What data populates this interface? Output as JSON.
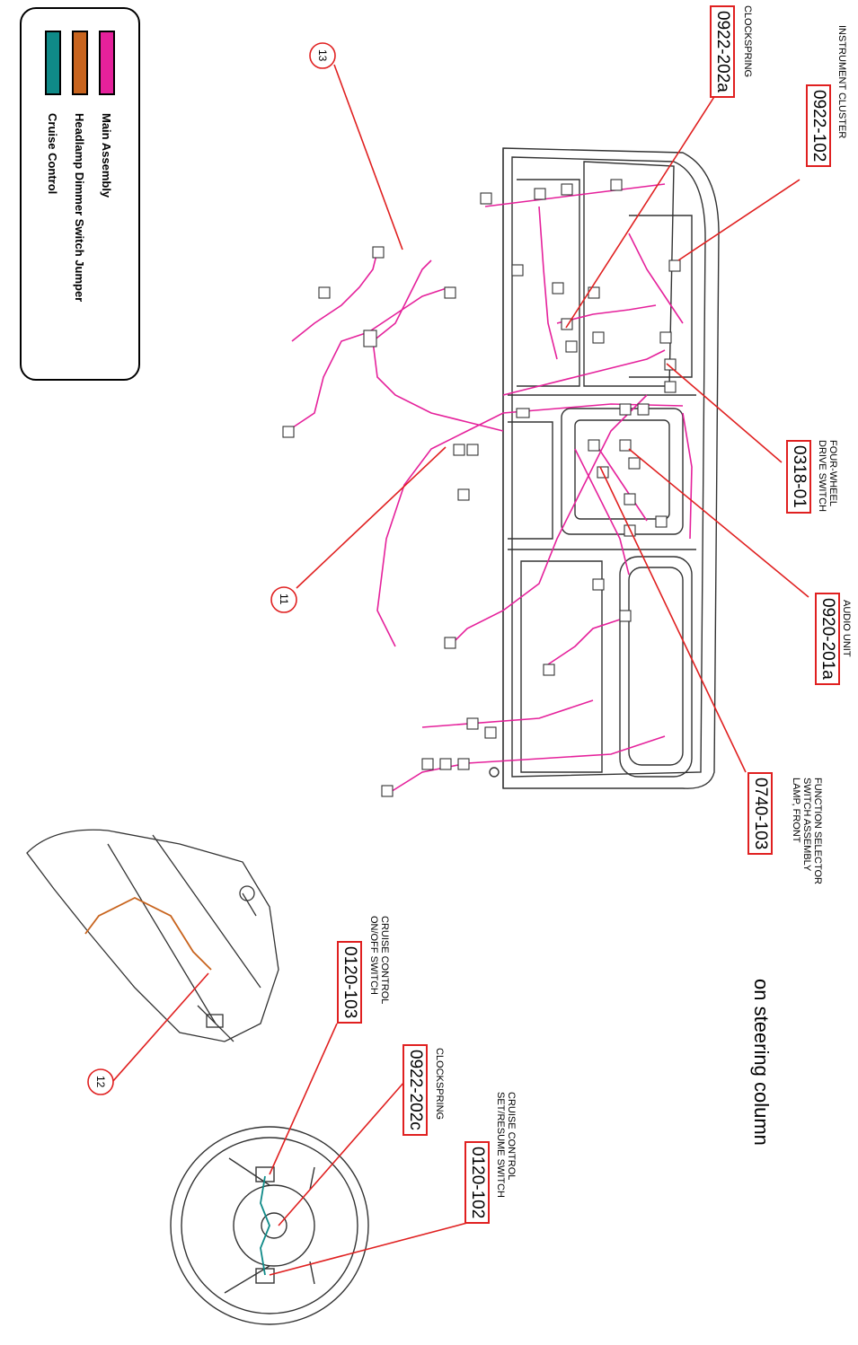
{
  "legend": {
    "items": [
      {
        "label": "Main Assembly",
        "color": "#e5219b"
      },
      {
        "label": "Headlamp Dimmer Switch Jumper",
        "color": "#c8641e"
      },
      {
        "label": "Cruise Control",
        "color": "#0f8a88"
      }
    ]
  },
  "components": [
    {
      "code": "0922-202a",
      "desc": [
        "CLOCKSPRING"
      ]
    },
    {
      "code": "0922-102",
      "desc": [
        "INSTRUMENT CLUSTER"
      ]
    },
    {
      "code": "0318-01",
      "desc": [
        "FOUR-WHEEL",
        "DRIVE SWITCH"
      ]
    },
    {
      "code": "0920-201a",
      "desc": [
        "AUDIO UNIT"
      ]
    },
    {
      "code": "0740-103",
      "desc": [
        "FUNCTION SELECTOR",
        "SWITCH ASSEMBLY",
        "LAMP, FRONT"
      ]
    },
    {
      "code": "0120-103",
      "desc": [
        "CRUISE CONTROL",
        "ON/OFF SWITCH"
      ]
    },
    {
      "code": "0922-202c",
      "desc": [
        "CLOCKSPRING"
      ]
    },
    {
      "code": "0120-102",
      "desc": [
        "CRUISE CONTROL",
        "SET/RESUME SWITCH"
      ]
    }
  ],
  "callouts": [
    "13",
    "11",
    "12"
  ],
  "notes": {
    "steering": "on steering column"
  },
  "colors": {
    "leader": "#e02020",
    "harness": "#e5219b",
    "dimmer": "#c8641e",
    "cruise": "#0f8a88"
  }
}
